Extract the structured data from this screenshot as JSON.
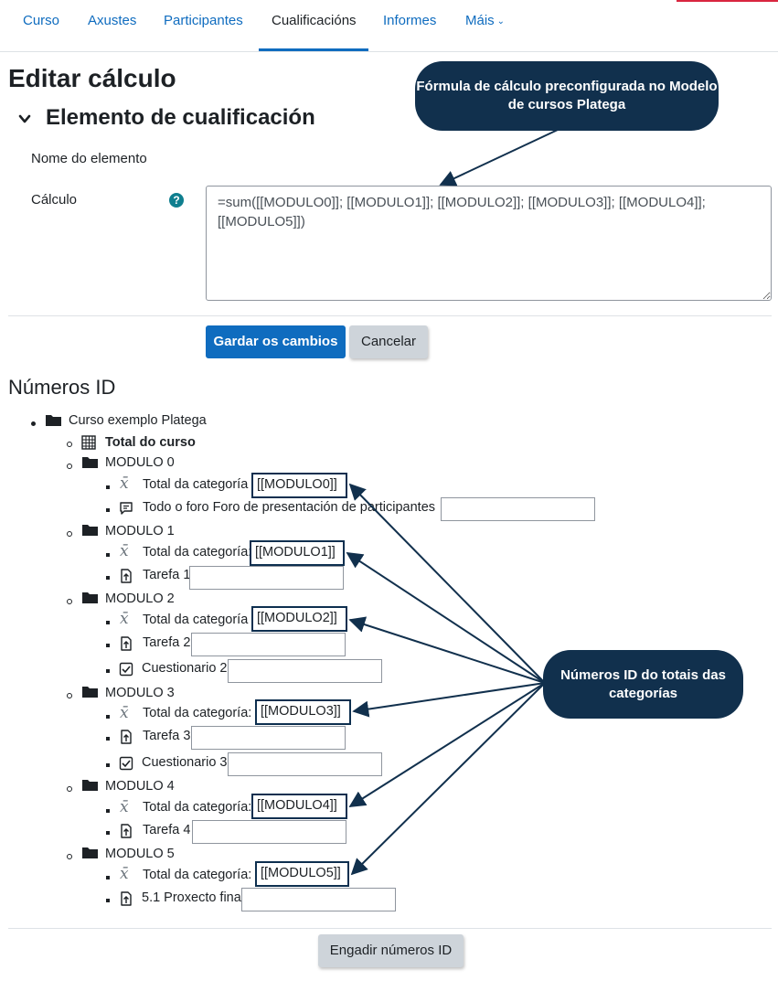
{
  "nav": {
    "items": [
      "Curso",
      "Axustes",
      "Participantes",
      "Cualificacións",
      "Informes",
      "Máis"
    ],
    "active": "Cualificacións",
    "more_chevron": "⌄"
  },
  "page": {
    "title": "Editar cálculo",
    "section_title": "Elemento de cualificación",
    "item_name_label": "Nome do elemento",
    "calculation_label": "Cálculo",
    "help_glyph": "?",
    "calculation_value": "=sum([[MODULO0]]; [[MODULO1]]; [[MODULO2]]; [[MODULO3]]; [[MODULO4]]; [[MODULO5]])",
    "save_button": "Gardar os cambios",
    "cancel_button": "Cancelar"
  },
  "ids": {
    "heading": "Números ID",
    "course": "Curso exemplo Platega",
    "course_total": "Total do curso",
    "modules": [
      {
        "name": "MODULO 0",
        "total_label": "Total da categoría",
        "total_id": "[[MODULO0]]",
        "items": [
          {
            "icon": "forum-icon",
            "label": "Todo o foro Foro de presentación de participantes"
          }
        ]
      },
      {
        "name": "MODULO 1",
        "total_label": "Total da categoría:",
        "total_id": "[[MODULO1]]",
        "items": [
          {
            "icon": "assignment-icon",
            "label": "Tarefa 1"
          }
        ]
      },
      {
        "name": "MODULO 2",
        "total_label": "Total da categoría",
        "total_id": "[[MODULO2]]",
        "items": [
          {
            "icon": "assignment-icon",
            "label": "Tarefa 2"
          },
          {
            "icon": "quiz-icon",
            "label": "Cuestionario 2"
          }
        ]
      },
      {
        "name": "MODULO 3",
        "total_label": "Total da categoría:",
        "total_id": "[[MODULO3]]",
        "items": [
          {
            "icon": "assignment-icon",
            "label": "Tarefa 3"
          },
          {
            "icon": "quiz-icon",
            "label": "Cuestionario 3"
          }
        ]
      },
      {
        "name": "MODULO 4",
        "total_label": "Total da categoría:",
        "total_id": "[[MODULO4]]",
        "items": [
          {
            "icon": "assignment-icon",
            "label": "Tarefa 4"
          }
        ]
      },
      {
        "name": "MODULO 5",
        "total_label": "Total da categoría:",
        "total_id": "[[MODULO5]]",
        "items": [
          {
            "icon": "assignment-icon",
            "label": "5.1 Proxecto final"
          }
        ]
      }
    ],
    "add_button": "Engadir números ID"
  },
  "callouts": {
    "formula": "Fórmula de cálculo preconfigurada no Modelo de cursos Platega",
    "ids": "Números ID do totais das categorías"
  },
  "colors": {
    "link": "#0f6cbf",
    "primary_button": "#0f6cbf",
    "callout_bg": "#11304d",
    "help_icon": "#0f7f8f"
  }
}
